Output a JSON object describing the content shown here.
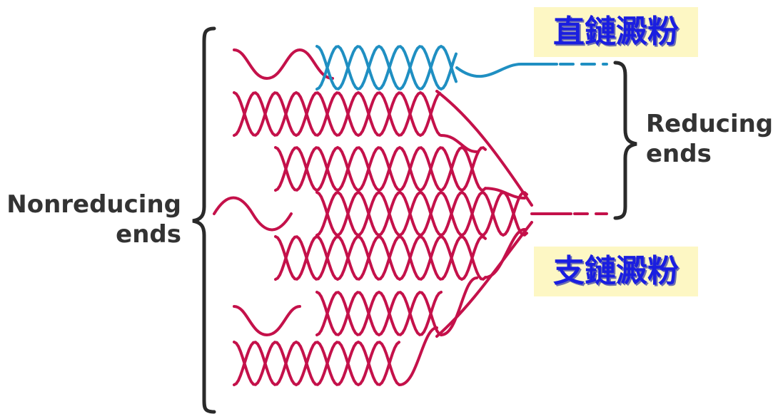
{
  "labels": {
    "nonreducing_line1": "Nonreducing",
    "nonreducing_line2": "ends",
    "reducing_line1": "Reducing",
    "reducing_line2": "ends"
  },
  "boxes": {
    "amylose": "直鏈澱粉",
    "amylopectin": "支鏈澱粉"
  },
  "colors": {
    "amylopectin_strand": "#c4114a",
    "amylose_strand": "#1f8fc2",
    "bracket": "#2a2a2a",
    "label_text": "#333333",
    "box_fill": "#fdf7c4",
    "box_text": "#1a1ee0"
  }
}
